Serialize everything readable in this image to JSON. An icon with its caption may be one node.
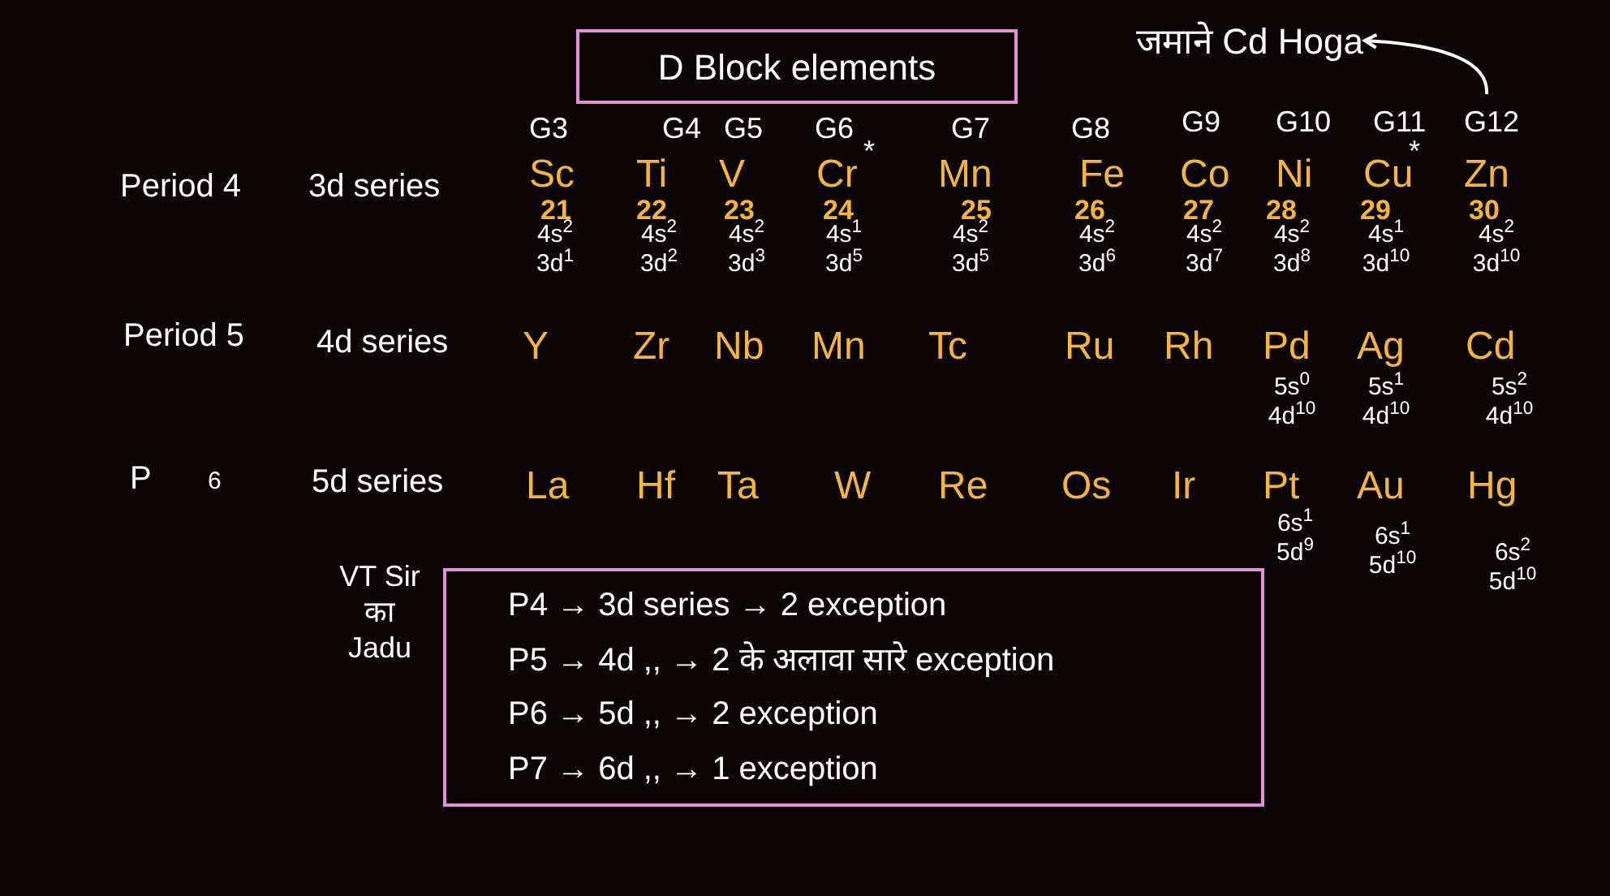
{
  "diagram": {
    "nodes": [
      {
        "text": [
          "D Block elements"
        ]
      },
      {
        "text": [
          "जमाने Cd Hoga"
        ]
      },
      {
        "text": [
          "P4 → 3d series → 2 exception",
          "P5 → 4d ,, → 2 के अलावा सारे exception",
          "P6 → 5d ,, → 2 exception",
          "P7 → 6d ,, → 1 exception"
        ]
      }
    ],
    "edges": [
      {
        "from": null,
        "to": 1,
        "arrow": "to"
      }
    ],
    "labels": [
      "G3",
      "G4",
      "G5",
      "G6",
      "*",
      "G7",
      "G8",
      "G9",
      "G10",
      "G11",
      "*",
      "G12",
      "Period 4",
      "3d series",
      "Sc",
      "Ti",
      "V",
      "Cr",
      "Mn",
      "Fe",
      "Co",
      "Ni",
      "Cu",
      "Zn",
      "21",
      "22",
      "23",
      "24",
      "25",
      "26",
      "27",
      "28",
      "29",
      "30",
      "4s$^{2}$ 3d$^{1}$",
      "4s$^{2}$ 3d$^{2}$",
      "4s$^{2}$ 3d$^{3}$",
      "4s$^{1}$ 3d$^{5}$",
      "4s$^{2}$ 3d$^{5}$",
      "4s$^{2}$ 3d$^{6}$",
      "4s$^{2}$ 3d$^{7}$",
      "4s$^{2}$ 3d$^{8}$",
      "4s$^{1}$ 3d$^{10}$",
      "4s$^{2}$ 3d$^{10}$",
      "Period 5",
      "4d series",
      "Y",
      "Zr",
      "Nb",
      "Mn",
      "Tc",
      "Ru",
      "Rh",
      "Pd",
      "Ag",
      "Cd",
      "5s$^{0}$ 4d$^{10}$",
      "5s$^{1}$ 4d$^{10}$",
      "5s$^{2}$ 4d$^{10}$",
      "P",
      "6",
      "5d series",
      "La",
      "Hf",
      "Ta",
      "W",
      "Re",
      "Os",
      "Ir",
      "Pt",
      "Au",
      "Hg",
      "6s$^{1}$ 5d$^{9}$",
      "6s$^{1}$ 5d$^{10}$",
      "6s$^{2}$ 5d$^{10}$",
      "VT Sir का Jadu"
    ]
  }
}
